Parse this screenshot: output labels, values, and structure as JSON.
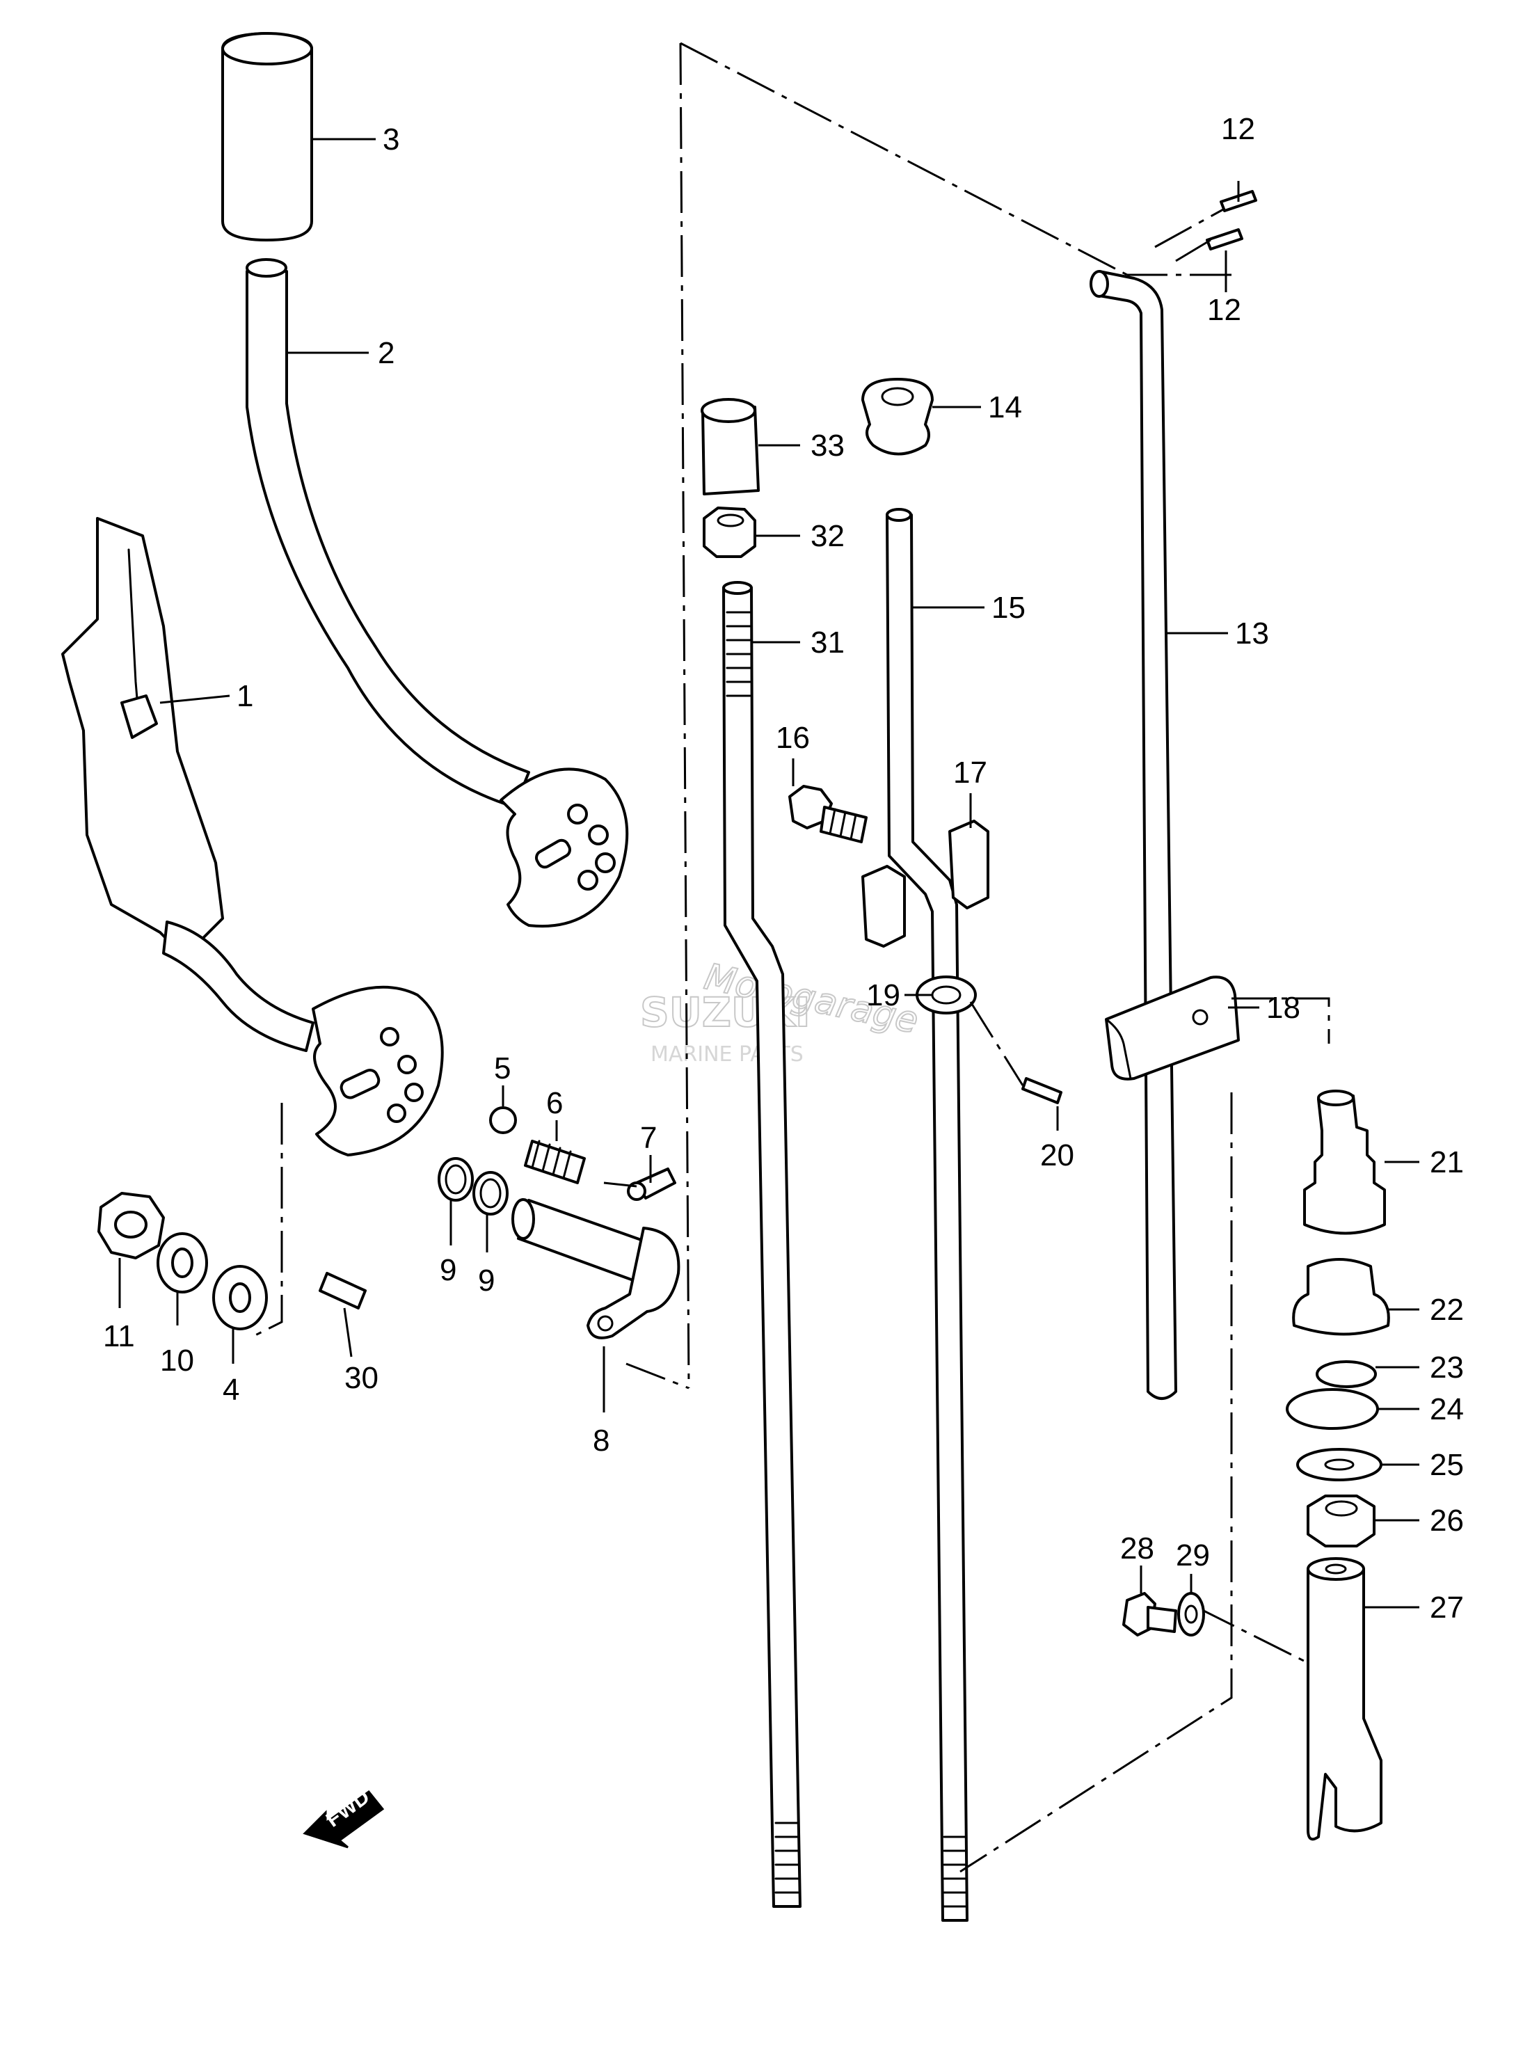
{
  "callouts": [
    {
      "label": "1"
    },
    {
      "label": "2"
    },
    {
      "label": "3"
    },
    {
      "label": "4"
    },
    {
      "label": "5"
    },
    {
      "label": "6"
    },
    {
      "label": "7"
    },
    {
      "label": "8"
    },
    {
      "label": "9"
    },
    {
      "label": "9"
    },
    {
      "label": "10"
    },
    {
      "label": "11"
    },
    {
      "label": "12"
    },
    {
      "label": "12"
    },
    {
      "label": "13"
    },
    {
      "label": "14"
    },
    {
      "label": "15"
    },
    {
      "label": "16"
    },
    {
      "label": "17"
    },
    {
      "label": "18"
    },
    {
      "label": "19"
    },
    {
      "label": "20"
    },
    {
      "label": "21"
    },
    {
      "label": "22"
    },
    {
      "label": "23"
    },
    {
      "label": "24"
    },
    {
      "label": "25"
    },
    {
      "label": "26"
    },
    {
      "label": "27"
    },
    {
      "label": "28"
    },
    {
      "label": "29"
    },
    {
      "label": "30"
    },
    {
      "label": "31"
    },
    {
      "label": "32"
    },
    {
      "label": "33"
    }
  ],
  "direction_marker": {
    "label": "FWD",
    "icon": "arrow-left-down-icon"
  },
  "watermark": {
    "site": "Motogarage",
    "brand": "SUZUKI",
    "subtitle": "MARINE PARTS"
  }
}
